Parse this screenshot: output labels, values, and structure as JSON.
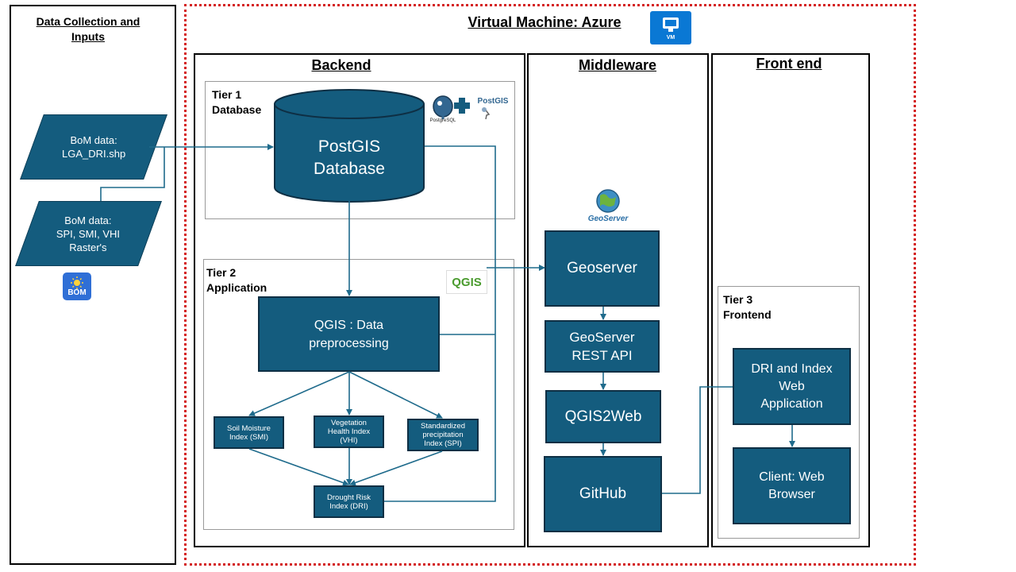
{
  "inputs_panel": {
    "title_line1": "Data Collection and",
    "title_line2": "Inputs"
  },
  "inputs": [
    {
      "line1": "BoM data:",
      "line2": "LGA_DRI.shp"
    },
    {
      "line1": "BoM data:",
      "line2": "SPI, SMI, VHI",
      "line3": "Raster's"
    }
  ],
  "bom_logo": {
    "text": "BOM",
    "color": "#2f6fd6"
  },
  "vm": {
    "title": "Virtual Machine: Azure",
    "icon_text": "VM",
    "border_color": "#d42020"
  },
  "backend": {
    "title": "Backend",
    "tier1": {
      "line1": "Tier 1",
      "line2": "Database"
    },
    "database": {
      "line1": "PostGIS",
      "line2": "Database"
    },
    "logos": {
      "postgresql": "PostgreSQL",
      "postgis": "PostGIS"
    },
    "tier2": {
      "line1": "Tier 2",
      "line2": "Application"
    },
    "qgis_logo": "QGIS",
    "qgis_node": {
      "line1": "QGIS : Data",
      "line2": "preprocessing"
    },
    "indices": [
      {
        "line1": "Soil Moisture",
        "line2": "Index (SMI)"
      },
      {
        "line1": "Vegetation",
        "line2": "Health Index",
        "line3": "(VHI)"
      },
      {
        "line1": "Standardized",
        "line2": "precipitation",
        "line3": "Index (SPI)"
      }
    ],
    "dri": {
      "line1": "Drought Risk",
      "line2": "Index (DRI)"
    }
  },
  "middleware": {
    "title": "Middleware",
    "geoserver_logo": "GeoServer",
    "geoserver": "Geoserver",
    "rest_api": {
      "line1": "GeoServer",
      "line2": "REST API"
    },
    "qgis2web": "QGIS2Web",
    "github": "GitHub"
  },
  "frontend": {
    "title": "Front end",
    "tier3": {
      "line1": "Tier 3",
      "line2": "Frontend"
    },
    "webapp": {
      "line1": "DRI and Index",
      "line2": "Web",
      "line3": "Application"
    },
    "client": {
      "line1": "Client: Web",
      "line2": "Browser"
    }
  },
  "colors": {
    "node_fill": "#145c7e",
    "connector": "#1f6b8c"
  }
}
